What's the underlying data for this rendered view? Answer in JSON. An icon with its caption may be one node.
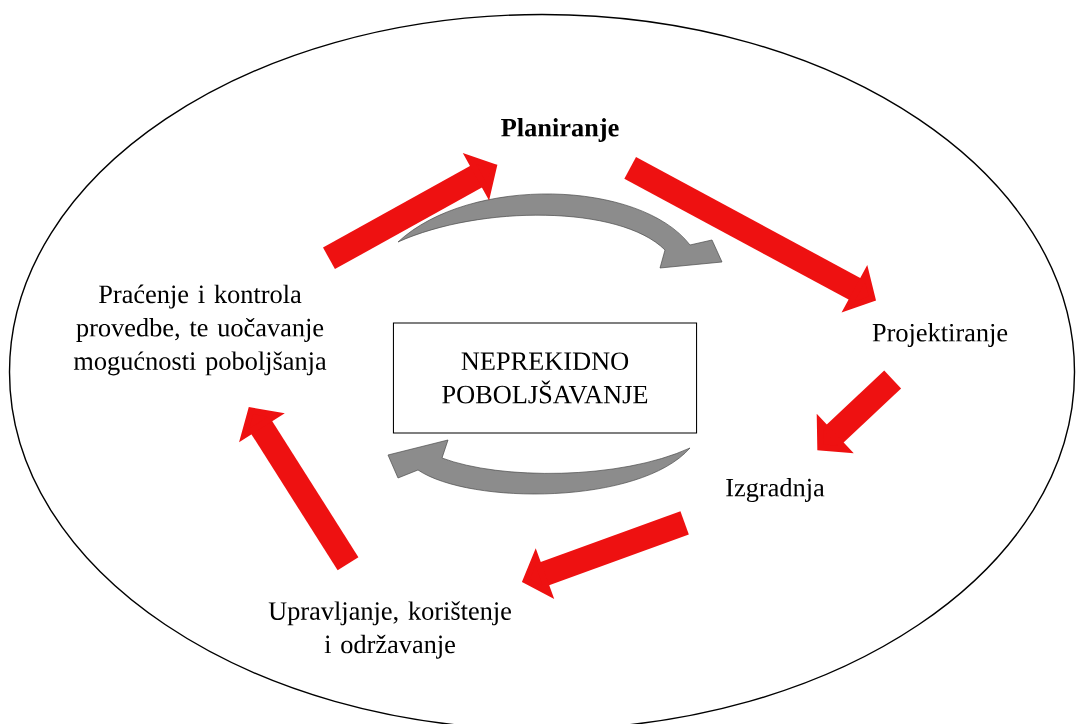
{
  "diagram": {
    "nodes": [
      {
        "text": [],
        "shape": "ellipse"
      },
      {
        "text": [
          "Planiranje"
        ],
        "in": 0
      },
      {
        "text": [
          "Projektiranje"
        ],
        "in": 0
      },
      {
        "text": [
          "Izgradnja"
        ],
        "in": 0
      },
      {
        "text": [
          "Upravljanje, korištenje i održavanje"
        ],
        "in": 0
      },
      {
        "text": [
          "Praćenje i kontrola provedbe, te uočavanje mogućnosti poboljšanja"
        ],
        "in": 0
      },
      {
        "text": [
          "NEPREKIDNO POBOLJŠAVANJE"
        ],
        "in": 0
      }
    ],
    "edges": [
      {
        "from": 1,
        "to": 2,
        "arrow": "to"
      },
      {
        "from": 2,
        "to": 3,
        "arrow": "to"
      },
      {
        "from": 3,
        "to": 4,
        "arrow": "to"
      },
      {
        "from": 4,
        "to": 5,
        "arrow": "to"
      },
      {
        "from": 5,
        "to": 1,
        "arrow": "to"
      }
    ]
  }
}
